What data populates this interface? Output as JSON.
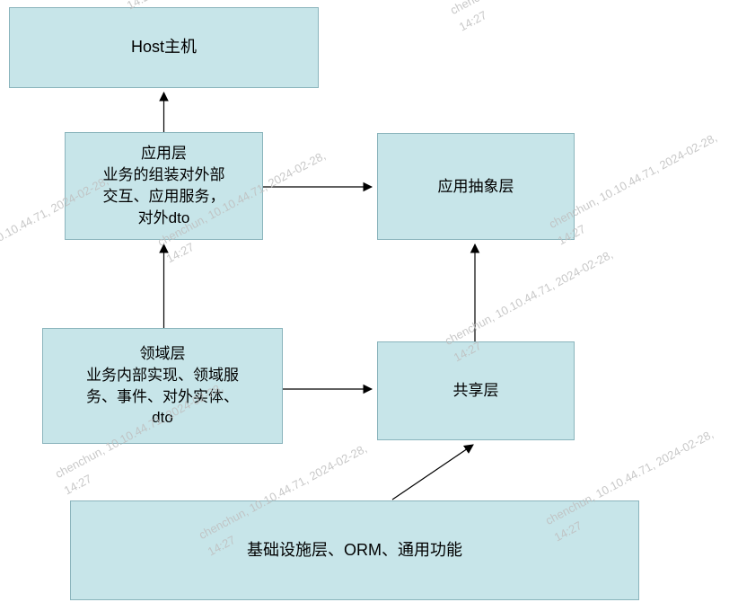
{
  "watermark": {
    "line1": "chenchun, 10.10.44.71, 2024-02-28,",
    "line2": "14:27"
  },
  "colors": {
    "node_fill": "#c7e5e9",
    "node_border": "#8ab4bc",
    "arrow": "#000000",
    "watermark": "#bfbfbf"
  },
  "diagram": {
    "title": "layered-architecture-diagram",
    "nodes": {
      "host": {
        "label": "Host主机"
      },
      "app": {
        "label": "应用层\n业务的组装对外部\n交互、应用服务，\n对外dto"
      },
      "app_abstract": {
        "label": "应用抽象层"
      },
      "domain": {
        "label": "领域层\n业务内部实现、领域服\n务、事件、对外实体、\ndto"
      },
      "shared": {
        "label": "共享层"
      },
      "infra": {
        "label": "基础设施层、ORM、通用功能"
      }
    },
    "edges": [
      {
        "from": "app",
        "to": "host"
      },
      {
        "from": "app",
        "to": "app_abstract"
      },
      {
        "from": "domain",
        "to": "app"
      },
      {
        "from": "domain",
        "to": "shared"
      },
      {
        "from": "shared",
        "to": "app_abstract"
      },
      {
        "from": "infra",
        "to": "shared"
      }
    ]
  }
}
